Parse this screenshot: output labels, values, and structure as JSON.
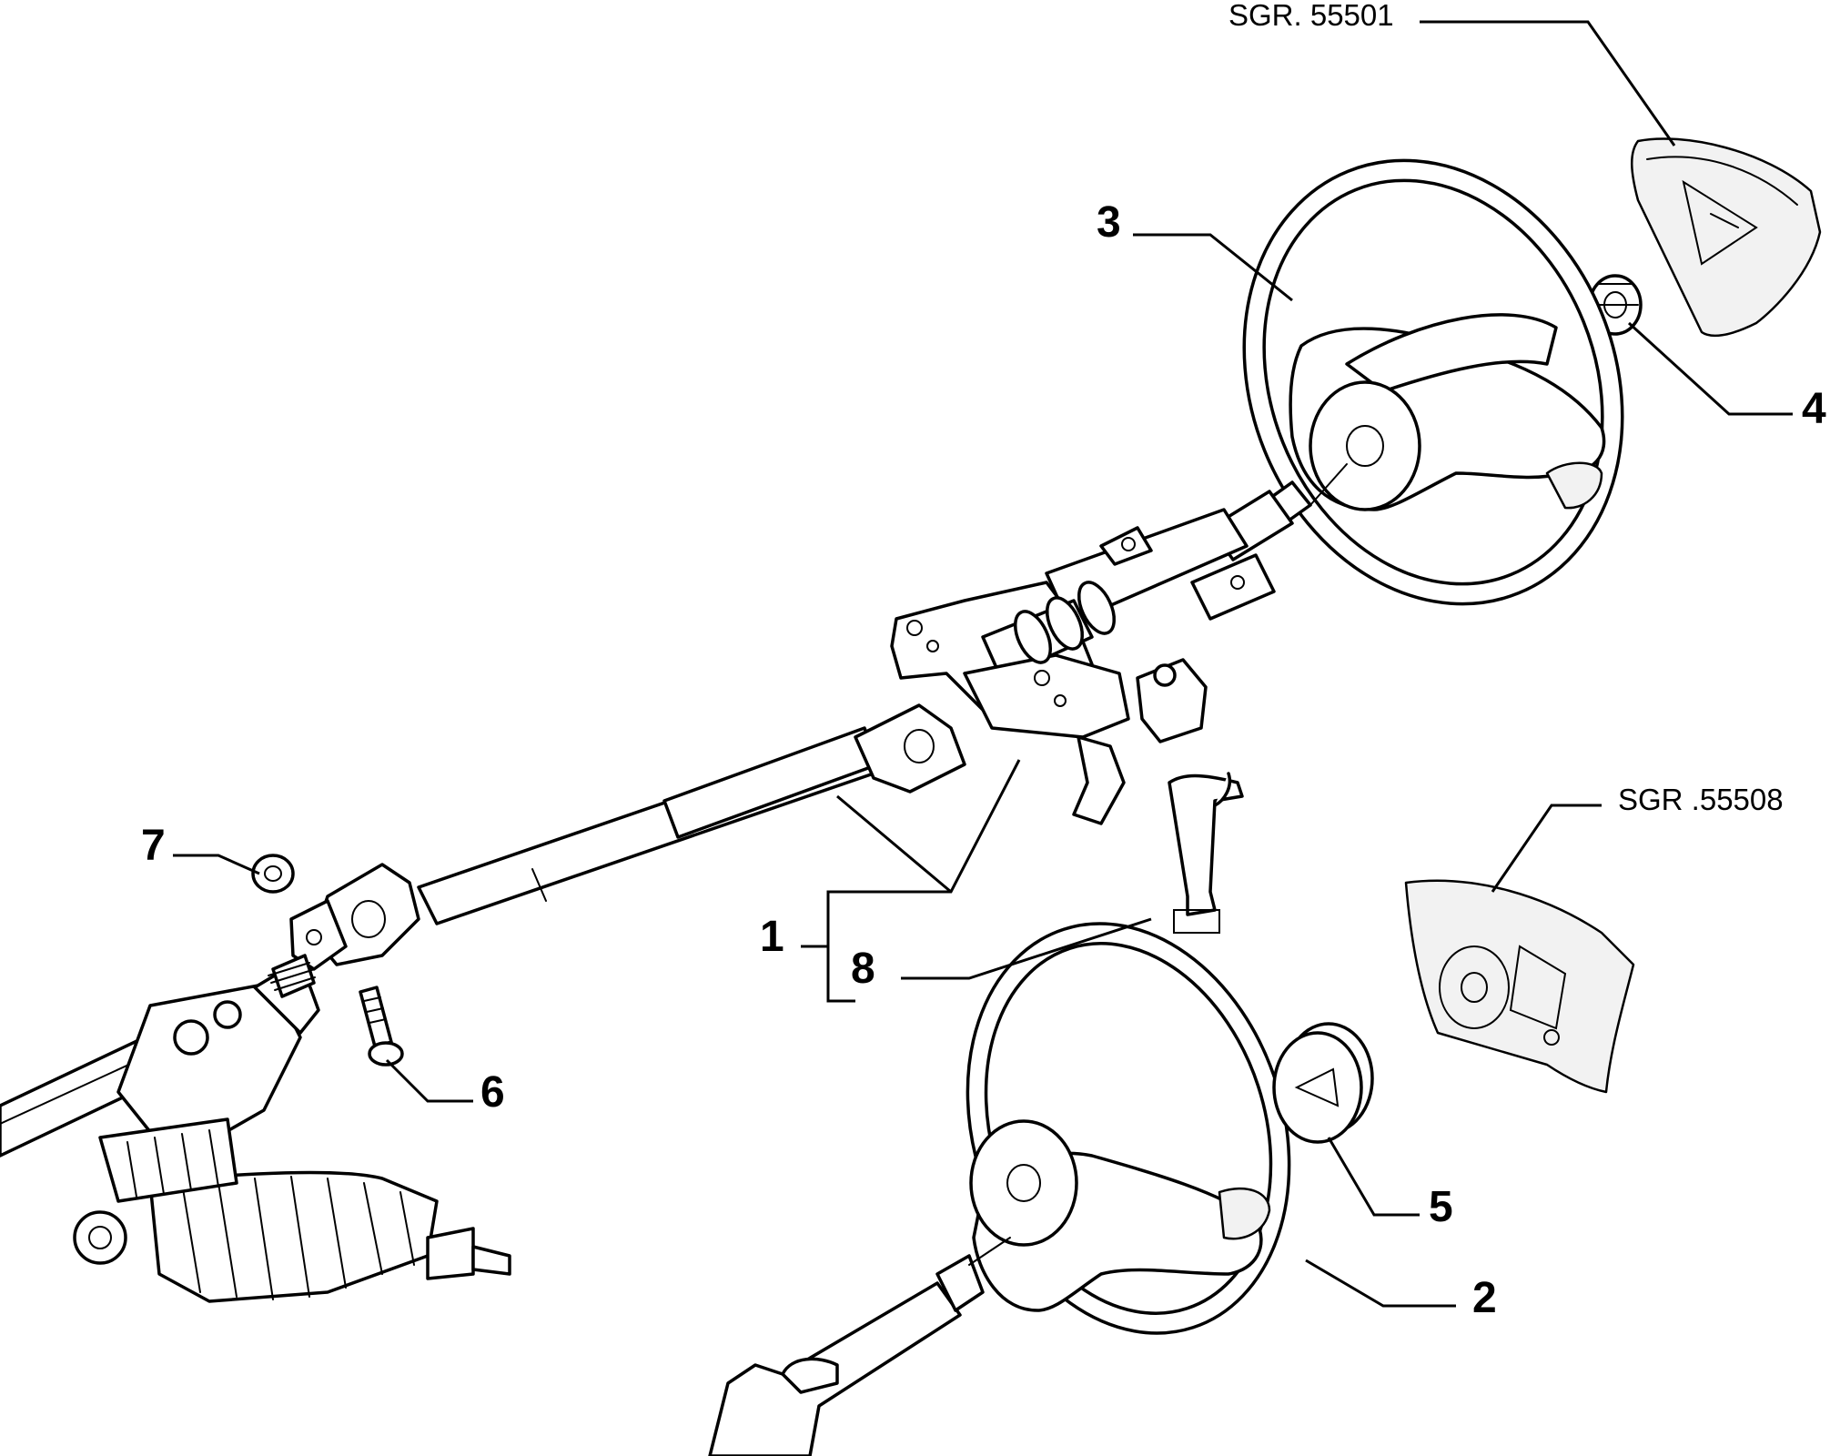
{
  "references": {
    "ref_top": "SGR. 55501",
    "ref_right": "SGR .55508"
  },
  "callouts": {
    "c1": "1",
    "c2": "2",
    "c3": "3",
    "c4": "4",
    "c5": "5",
    "c6": "6",
    "c7": "7",
    "c8": "8"
  }
}
